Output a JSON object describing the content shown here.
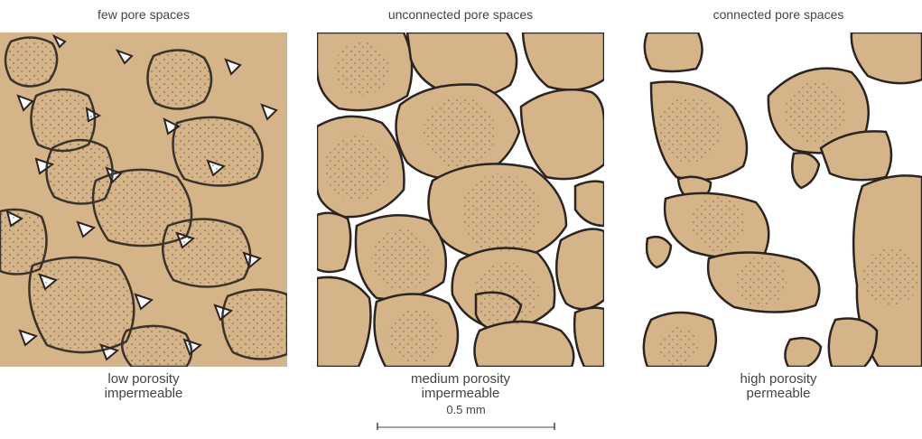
{
  "colors": {
    "grain": "#d6b48a",
    "outline": "#2b2420",
    "speckle": "#5a4638",
    "pore": "#ffffff"
  },
  "panels": [
    {
      "title": "few pore spaces",
      "caption": [
        "low porosity",
        "impermeable"
      ]
    },
    {
      "title": "unconnected pore spaces",
      "caption": [
        "medium porosity",
        "impermeable"
      ]
    },
    {
      "title": "connected pore spaces",
      "caption": [
        "high porosity",
        "permeable"
      ]
    }
  ],
  "scale": {
    "label": "0.5 mm"
  }
}
